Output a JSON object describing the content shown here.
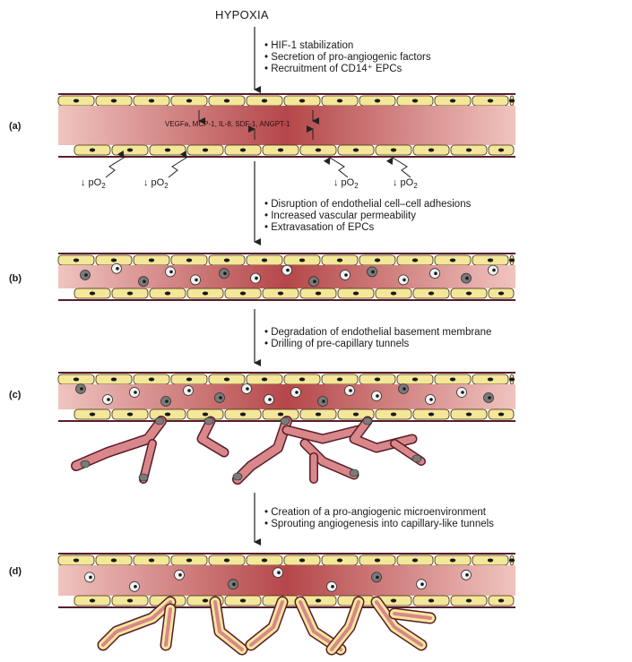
{
  "title": "HYPOXIA",
  "panels": [
    {
      "label": "(a)",
      "kind": "vessel-basal"
    },
    {
      "label": "(b)",
      "kind": "vessel-permeable"
    },
    {
      "label": "(c)",
      "kind": "vessel-tunnels"
    },
    {
      "label": "(d)",
      "kind": "vessel-sprouting"
    }
  ],
  "steps": [
    {
      "bullets": [
        "HIF-1 stabilization",
        "Secretion of pro-angiogenic factors",
        "Recruitment of CD14⁺ EPCs"
      ]
    },
    {
      "bullets": [
        "Disruption of endothelial cell–cell adhesions",
        "Increased vascular permeability",
        "Extravasation of EPCs"
      ]
    },
    {
      "bullets": [
        "Degradation of endothelial basement membrane",
        "Drilling of pre-capillary tunnels"
      ]
    },
    {
      "bullets": [
        "Creation of a pro-angiogenic microenvironment",
        "Sprouting angiogenesis into capillary-like tunnels"
      ]
    }
  ],
  "factors_label": "VEGFa, MCP-1, IL-8, SDF-1, ANGPT-1",
  "po2_labels": [
    "↓ pO",
    "↓ pO",
    "↓ pO",
    "↓ pO"
  ],
  "po2_subscript": "2",
  "colors": {
    "lumen_dark": "#b5474a",
    "lumen_light": "#f0c4bf",
    "endothelial": "#f4e79a",
    "nucleus": "#1a1a1a",
    "membrane": "#5a1d2a",
    "epc_body": "#7a7a7a",
    "epc_white": "#f2f2f2"
  }
}
